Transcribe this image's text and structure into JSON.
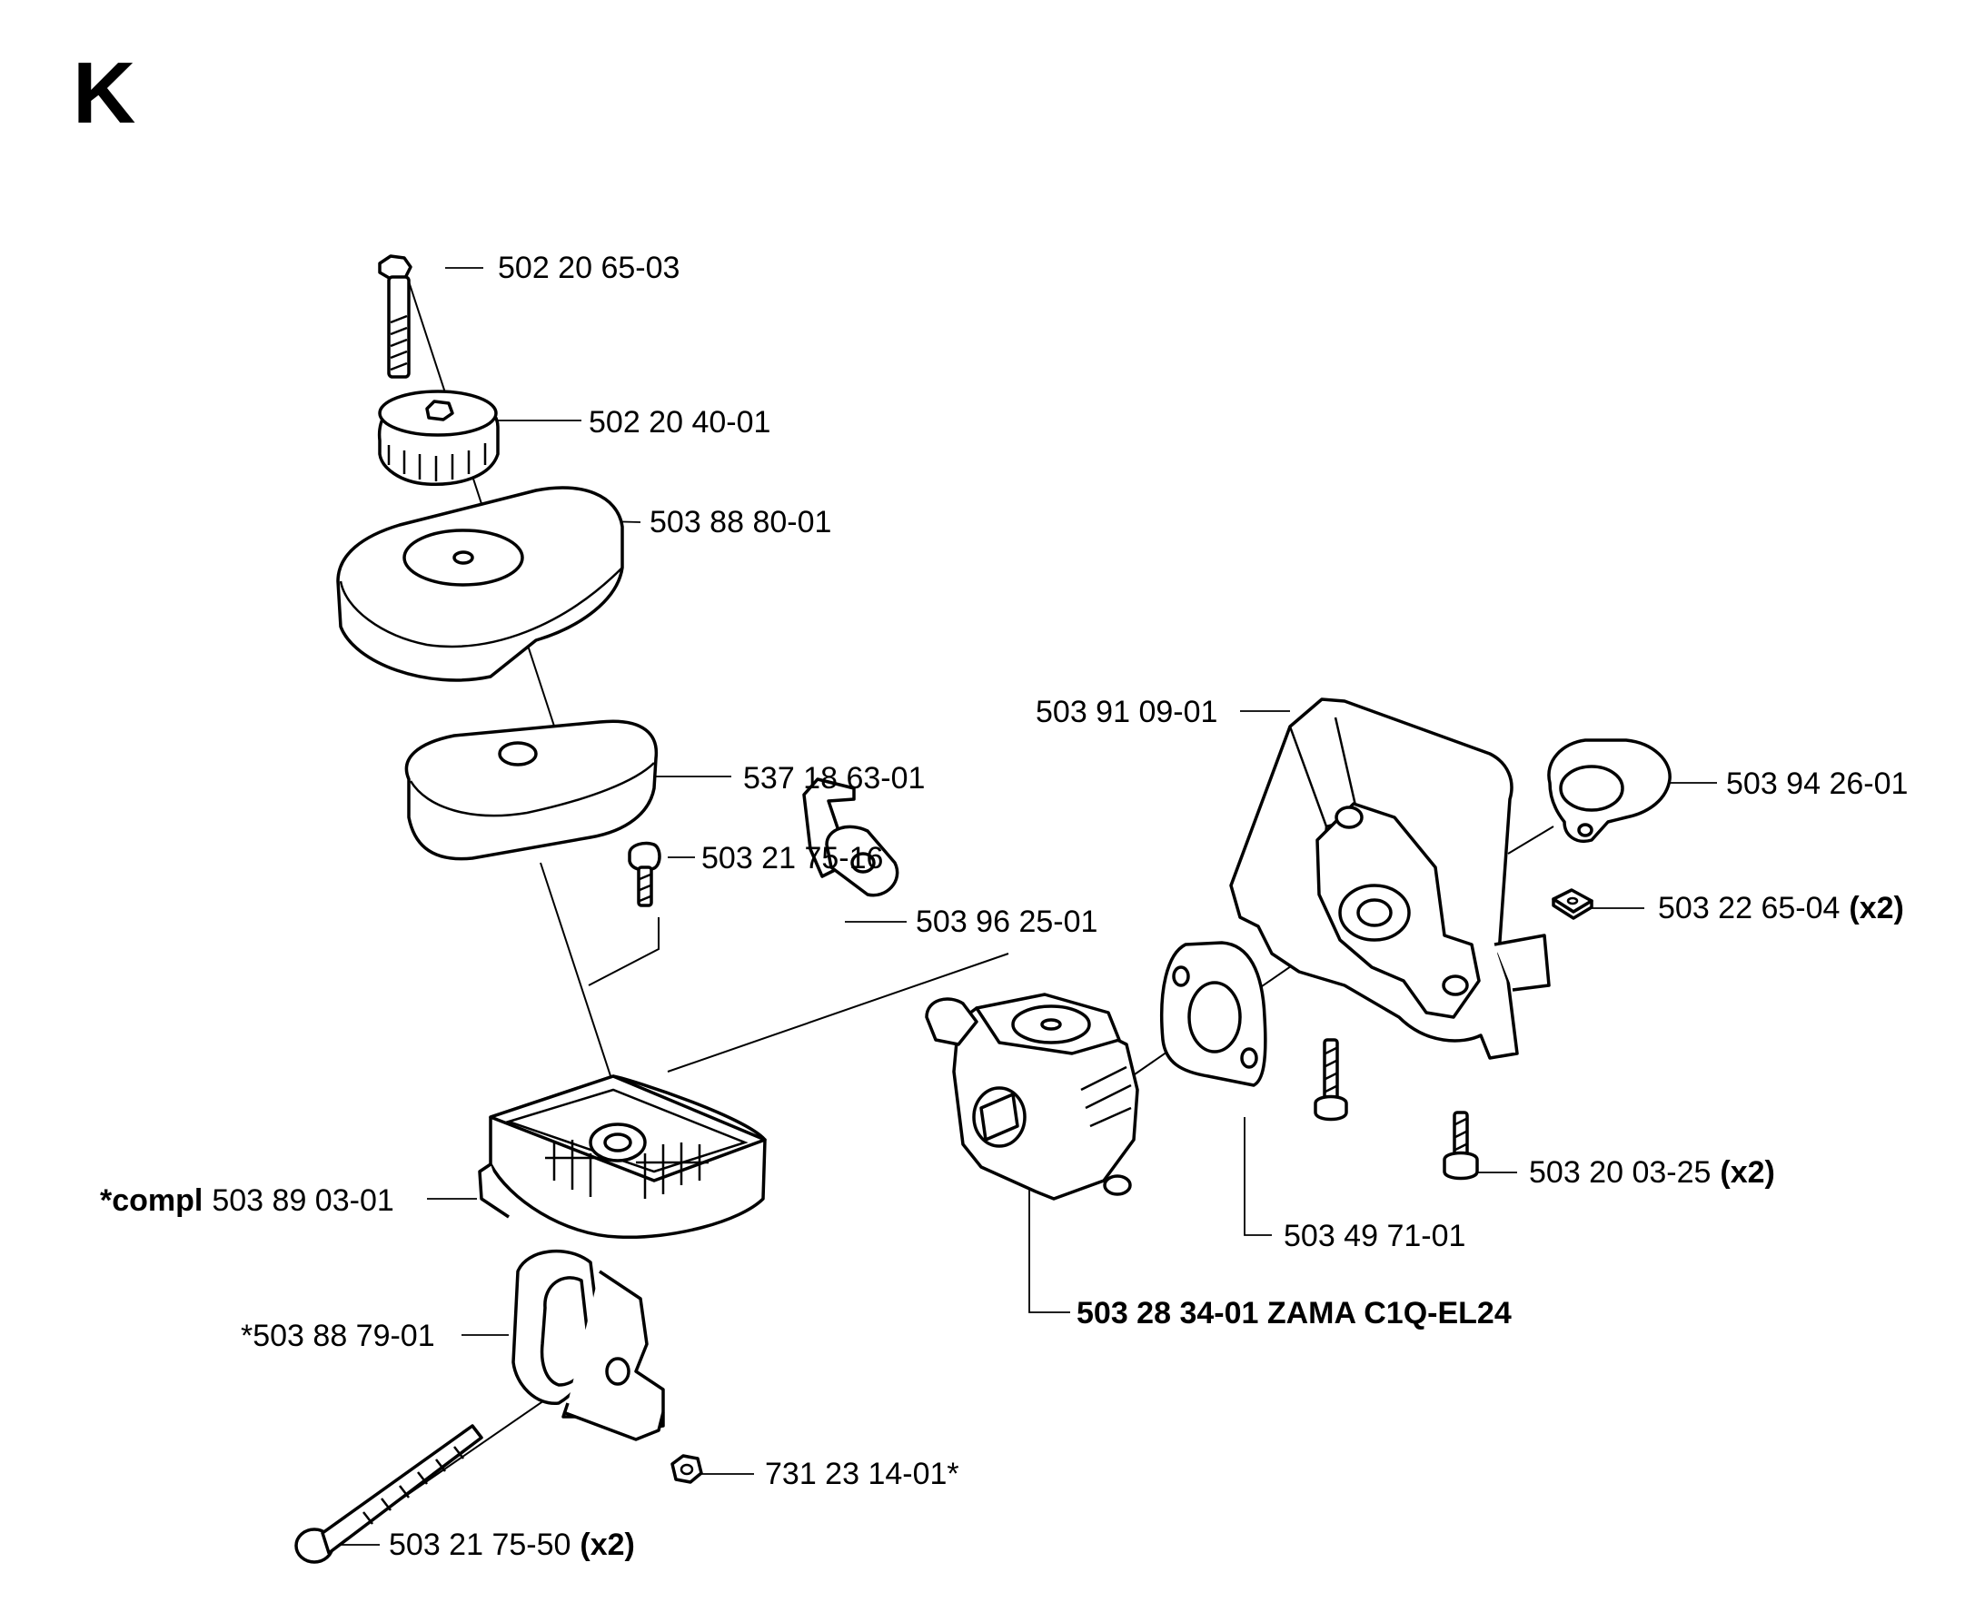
{
  "section_letter": "K",
  "labels": {
    "screw_top": "502 20 65-03",
    "knob": "502 20 40-01",
    "cover": "503 88 80-01",
    "filter": "537 18 63-01",
    "screw_small": "503 21 75-16",
    "lever": "503 96 25-01",
    "carb_prefix": "503 28 34-01 ZAMA C1Q-EL24",
    "housing_prefix": "*compl",
    "housing_num": "503 89 03-01",
    "grip": "*503 88 79-01",
    "nut": "731 23 14-01*",
    "long_screw_num": "503 21 75-50",
    "long_screw_qty": "(x2)",
    "gasket": "503 49 71-01",
    "bracket": "503 91 09-01",
    "boot": "503 94 26-01",
    "square_nut_num": "503 22 65-04",
    "square_nut_qty": "(x2)",
    "bolt_num": "503 20 03-25",
    "bolt_qty": "(x2)"
  }
}
